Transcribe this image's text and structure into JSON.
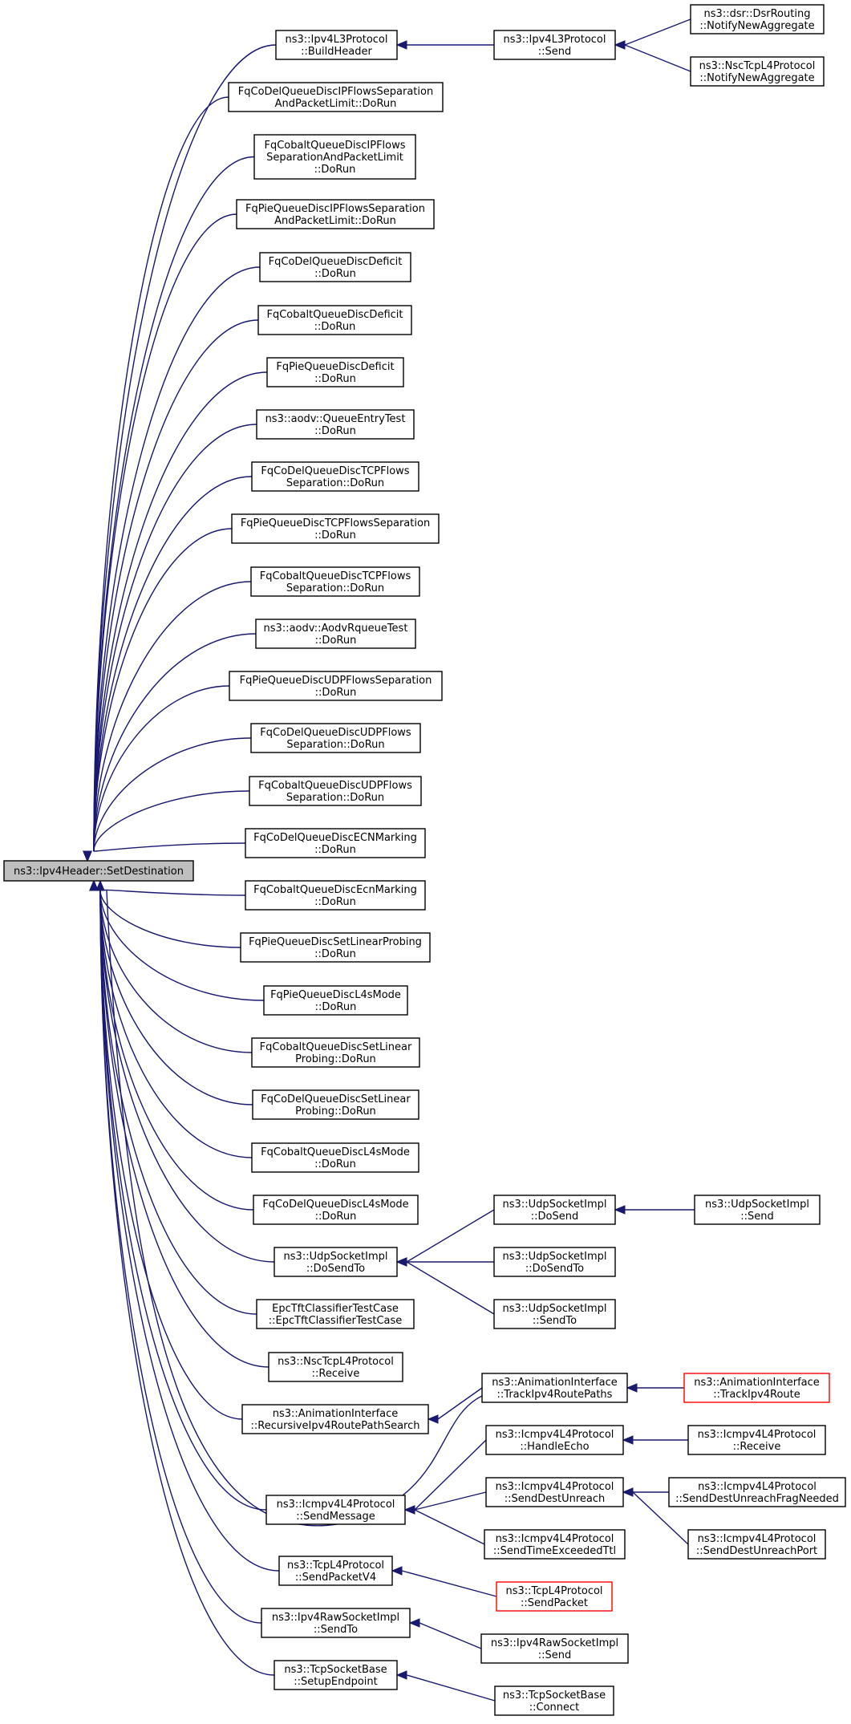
{
  "graph": {
    "title": "ns3::Ipv4Header::SetDestination",
    "colors": {
      "edge": "#191970",
      "node_border": "#000000",
      "truncated_border": "#ff0000",
      "root_fill": "#bfbfbf"
    },
    "nodes": [
      {
        "id": "root",
        "lines": [
          "ns3::Ipv4Header::SetDestination"
        ]
      },
      {
        "id": "n1",
        "lines": [
          "ns3::Ipv4L3Protocol",
          "::BuildHeader"
        ]
      },
      {
        "id": "n2",
        "lines": [
          "FqCoDelQueueDiscIPFlowsSeparation",
          "AndPacketLimit::DoRun"
        ]
      },
      {
        "id": "n3",
        "lines": [
          "FqCobaltQueueDiscIPFlows",
          "SeparationAndPacketLimit",
          "::DoRun"
        ]
      },
      {
        "id": "n4",
        "lines": [
          "FqPieQueueDiscIPFlowsSeparation",
          "AndPacketLimit::DoRun"
        ]
      },
      {
        "id": "n5",
        "lines": [
          "FqCoDelQueueDiscDeficit",
          "::DoRun"
        ]
      },
      {
        "id": "n6",
        "lines": [
          "FqCobaltQueueDiscDeficit",
          "::DoRun"
        ]
      },
      {
        "id": "n7",
        "lines": [
          "FqPieQueueDiscDeficit",
          "::DoRun"
        ]
      },
      {
        "id": "n8",
        "lines": [
          "ns3::aodv::QueueEntryTest",
          "::DoRun"
        ]
      },
      {
        "id": "n9",
        "lines": [
          "FqCoDelQueueDiscTCPFlows",
          "Separation::DoRun"
        ]
      },
      {
        "id": "n10",
        "lines": [
          "FqPieQueueDiscTCPFlowsSeparation",
          "::DoRun"
        ]
      },
      {
        "id": "n11",
        "lines": [
          "FqCobaltQueueDiscTCPFlows",
          "Separation::DoRun"
        ]
      },
      {
        "id": "n12",
        "lines": [
          "ns3::aodv::AodvRqueueTest",
          "::DoRun"
        ]
      },
      {
        "id": "n13",
        "lines": [
          "FqPieQueueDiscUDPFlowsSeparation",
          "::DoRun"
        ]
      },
      {
        "id": "n14",
        "lines": [
          "FqCoDelQueueDiscUDPFlows",
          "Separation::DoRun"
        ]
      },
      {
        "id": "n15",
        "lines": [
          "FqCobaltQueueDiscUDPFlows",
          "Separation::DoRun"
        ]
      },
      {
        "id": "n16",
        "lines": [
          "FqCoDelQueueDiscECNMarking",
          "::DoRun"
        ]
      },
      {
        "id": "n17",
        "lines": [
          "FqCobaltQueueDiscEcnMarking",
          "::DoRun"
        ]
      },
      {
        "id": "n18",
        "lines": [
          "FqPieQueueDiscSetLinearProbing",
          "::DoRun"
        ]
      },
      {
        "id": "n19",
        "lines": [
          "FqPieQueueDiscL4sMode",
          "::DoRun"
        ]
      },
      {
        "id": "n20",
        "lines": [
          "FqCobaltQueueDiscSetLinear",
          "Probing::DoRun"
        ]
      },
      {
        "id": "n21",
        "lines": [
          "FqCoDelQueueDiscSetLinear",
          "Probing::DoRun"
        ]
      },
      {
        "id": "n22",
        "lines": [
          "FqCobaltQueueDiscL4sMode",
          "::DoRun"
        ]
      },
      {
        "id": "n23",
        "lines": [
          "FqCoDelQueueDiscL4sMode",
          "::DoRun"
        ]
      },
      {
        "id": "n24",
        "lines": [
          "ns3::UdpSocketImpl",
          "::DoSendTo"
        ]
      },
      {
        "id": "n25",
        "lines": [
          "EpcTftClassifierTestCase",
          "::EpcTftClassifierTestCase"
        ]
      },
      {
        "id": "n26",
        "lines": [
          "ns3::NscTcpL4Protocol",
          "::Receive"
        ]
      },
      {
        "id": "n27",
        "lines": [
          "ns3::AnimationInterface",
          "::RecursiveIpv4RoutePathSearch"
        ]
      },
      {
        "id": "n28",
        "lines": [
          "ns3::Icmpv4L4Protocol",
          "::SendMessage"
        ]
      },
      {
        "id": "n29",
        "lines": [
          "ns3::TcpL4Protocol",
          "::SendPacketV4"
        ]
      },
      {
        "id": "n30",
        "lines": [
          "ns3::Ipv4RawSocketImpl",
          "::SendTo"
        ]
      },
      {
        "id": "n31",
        "lines": [
          "ns3::TcpSocketBase",
          "::SetupEndpoint"
        ]
      },
      {
        "id": "m1",
        "lines": [
          "ns3::Ipv4L3Protocol",
          "::Send"
        ]
      },
      {
        "id": "m2",
        "lines": [
          "ns3::UdpSocketImpl",
          "::DoSend"
        ]
      },
      {
        "id": "m3",
        "lines": [
          "ns3::UdpSocketImpl",
          "::DoSendTo"
        ]
      },
      {
        "id": "m4",
        "lines": [
          "ns3::UdpSocketImpl",
          "::SendTo"
        ]
      },
      {
        "id": "m5",
        "lines": [
          "ns3::AnimationInterface",
          "::TrackIpv4RoutePaths"
        ]
      },
      {
        "id": "m6",
        "lines": [
          "ns3::Icmpv4L4Protocol",
          "::HandleEcho"
        ]
      },
      {
        "id": "m7",
        "lines": [
          "ns3::Icmpv4L4Protocol",
          "::SendDestUnreach"
        ]
      },
      {
        "id": "m8",
        "lines": [
          "ns3::Icmpv4L4Protocol",
          "::SendTimeExceededTtl"
        ]
      },
      {
        "id": "m9",
        "lines": [
          "ns3::TcpL4Protocol",
          "::SendPacket"
        ],
        "truncated": true
      },
      {
        "id": "m10",
        "lines": [
          "ns3::Ipv4RawSocketImpl",
          "::Send"
        ]
      },
      {
        "id": "m11",
        "lines": [
          "ns3::TcpSocketBase",
          "::Connect"
        ]
      },
      {
        "id": "r1",
        "lines": [
          "ns3::dsr::DsrRouting",
          "::NotifyNewAggregate"
        ]
      },
      {
        "id": "r2",
        "lines": [
          "ns3::NscTcpL4Protocol",
          "::NotifyNewAggregate"
        ]
      },
      {
        "id": "r3",
        "lines": [
          "ns3::UdpSocketImpl",
          "::Send"
        ]
      },
      {
        "id": "r4",
        "lines": [
          "ns3::AnimationInterface",
          "::TrackIpv4Route"
        ],
        "truncated": true
      },
      {
        "id": "r5",
        "lines": [
          "ns3::Icmpv4L4Protocol",
          "::Receive"
        ]
      },
      {
        "id": "r6",
        "lines": [
          "ns3::Icmpv4L4Protocol",
          "::SendDestUnreachFragNeeded"
        ]
      },
      {
        "id": "r7",
        "lines": [
          "ns3::Icmpv4L4Protocol",
          "::SendDestUnreachPort"
        ]
      }
    ],
    "edges": [
      [
        "n1",
        "root"
      ],
      [
        "n2",
        "root"
      ],
      [
        "n3",
        "root"
      ],
      [
        "n4",
        "root"
      ],
      [
        "n5",
        "root"
      ],
      [
        "n6",
        "root"
      ],
      [
        "n7",
        "root"
      ],
      [
        "n8",
        "root"
      ],
      [
        "n9",
        "root"
      ],
      [
        "n10",
        "root"
      ],
      [
        "n11",
        "root"
      ],
      [
        "n12",
        "root"
      ],
      [
        "n13",
        "root"
      ],
      [
        "n14",
        "root"
      ],
      [
        "n15",
        "root"
      ],
      [
        "n16",
        "root"
      ],
      [
        "n17",
        "root"
      ],
      [
        "n18",
        "root"
      ],
      [
        "n19",
        "root"
      ],
      [
        "n20",
        "root"
      ],
      [
        "n21",
        "root"
      ],
      [
        "n22",
        "root"
      ],
      [
        "n23",
        "root"
      ],
      [
        "n24",
        "root"
      ],
      [
        "n25",
        "root"
      ],
      [
        "n26",
        "root"
      ],
      [
        "n27",
        "root"
      ],
      [
        "m5",
        "root"
      ],
      [
        "n28",
        "root"
      ],
      [
        "n29",
        "root"
      ],
      [
        "n30",
        "root"
      ],
      [
        "n31",
        "root"
      ],
      [
        "m1",
        "n1"
      ],
      [
        "r1",
        "m1"
      ],
      [
        "r2",
        "m1"
      ],
      [
        "m2",
        "n24"
      ],
      [
        "m3",
        "n24"
      ],
      [
        "m4",
        "n24"
      ],
      [
        "r3",
        "m2"
      ],
      [
        "m5",
        "n27"
      ],
      [
        "r4",
        "m5"
      ],
      [
        "m6",
        "n28"
      ],
      [
        "m7",
        "n28"
      ],
      [
        "m8",
        "n28"
      ],
      [
        "r5",
        "m6"
      ],
      [
        "r6",
        "m7"
      ],
      [
        "r7",
        "m7"
      ],
      [
        "m9",
        "n29"
      ],
      [
        "m10",
        "n30"
      ],
      [
        "m11",
        "n31"
      ]
    ]
  }
}
